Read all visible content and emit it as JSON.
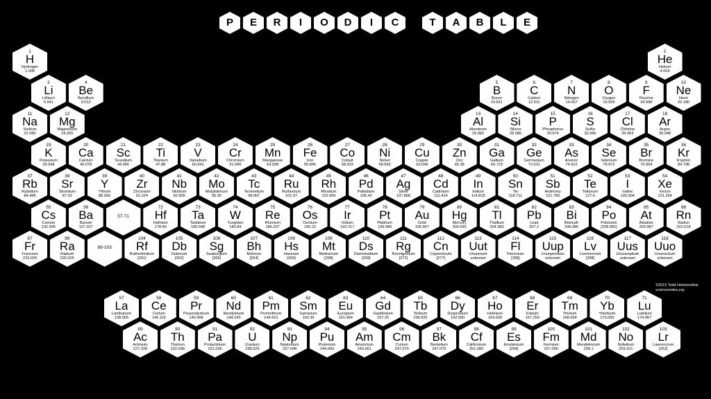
{
  "title": [
    "P",
    "E",
    "R",
    "I",
    "O",
    "D",
    "I",
    "C",
    "",
    "T",
    "A",
    "B",
    "L",
    "E"
  ],
  "credit": [
    "©2015 Todd Helmenstine",
    "sciencenotes.org"
  ],
  "main": [
    [
      "1",
      "H",
      "Hydrogen",
      "1.008",
      0,
      0
    ],
    [
      "2",
      "He",
      "Helium",
      "4.003",
      17,
      0
    ],
    [
      "3",
      "Li",
      "Lithium",
      "6.941",
      0,
      1
    ],
    [
      "4",
      "Be",
      "Beryllium",
      "9.012",
      1,
      1
    ],
    [
      "5",
      "B",
      "Boron",
      "10.811",
      12,
      1
    ],
    [
      "6",
      "C",
      "Carbon",
      "12.011",
      13,
      1
    ],
    [
      "7",
      "N",
      "Nitrogen",
      "14.007",
      14,
      1
    ],
    [
      "8",
      "O",
      "Oxygen",
      "15.999",
      15,
      1
    ],
    [
      "9",
      "F",
      "Fluorine",
      "18.998",
      16,
      1
    ],
    [
      "10",
      "Ne",
      "Neon",
      "20.180",
      17,
      1
    ],
    [
      "11",
      "Na",
      "Sodium",
      "22.990",
      0,
      2
    ],
    [
      "12",
      "Mg",
      "Magnesium",
      "24.305",
      1,
      2
    ],
    [
      "13",
      "Al",
      "Aluminum",
      "26.982",
      12,
      2
    ],
    [
      "14",
      "Si",
      "Silicon",
      "28.086",
      13,
      2
    ],
    [
      "15",
      "P",
      "Phosphorus",
      "30.974",
      14,
      2
    ],
    [
      "16",
      "S",
      "Sulfur",
      "32.066",
      15,
      2
    ],
    [
      "17",
      "Cl",
      "Chlorine",
      "35.453",
      16,
      2
    ],
    [
      "18",
      "Ar",
      "Argon",
      "39.948",
      17,
      2
    ],
    [
      "19",
      "K",
      "Potassium",
      "39.098",
      0,
      3
    ],
    [
      "20",
      "Ca",
      "Calcium",
      "40.078",
      1,
      3
    ],
    [
      "21",
      "Sc",
      "Scandium",
      "44.956",
      2,
      3
    ],
    [
      "22",
      "Ti",
      "Titanium",
      "47.88",
      3,
      3
    ],
    [
      "23",
      "V",
      "Vanadium",
      "50.942",
      4,
      3
    ],
    [
      "24",
      "Cr",
      "Chromium",
      "51.996",
      5,
      3
    ],
    [
      "25",
      "Mn",
      "Manganese",
      "54.938",
      6,
      3
    ],
    [
      "26",
      "Fe",
      "Iron",
      "55.845",
      7,
      3
    ],
    [
      "27",
      "Co",
      "Cobalt",
      "58.933",
      8,
      3
    ],
    [
      "28",
      "Ni",
      "Nickel",
      "58.693",
      9,
      3
    ],
    [
      "29",
      "Cu",
      "Copper",
      "63.546",
      10,
      3
    ],
    [
      "30",
      "Zn",
      "Zinc",
      "65.38",
      11,
      3
    ],
    [
      "31",
      "Ga",
      "Gallium",
      "69.723",
      12,
      3
    ],
    [
      "32",
      "Ge",
      "Germanium",
      "72.631",
      13,
      3
    ],
    [
      "33",
      "As",
      "Arsenic",
      "74.922",
      14,
      3
    ],
    [
      "34",
      "Se",
      "Selenium",
      "78.972",
      15,
      3
    ],
    [
      "35",
      "Br",
      "Bromine",
      "79.904",
      16,
      3
    ],
    [
      "36",
      "Kr",
      "Krypton",
      "84.798",
      17,
      3
    ],
    [
      "37",
      "Rb",
      "Rubidium",
      "84.468",
      0,
      4
    ],
    [
      "38",
      "Sr",
      "Strontium",
      "87.62",
      1,
      4
    ],
    [
      "39",
      "Y",
      "Yttrium",
      "88.906",
      2,
      4
    ],
    [
      "40",
      "Zr",
      "Zirconium",
      "91.224",
      3,
      4
    ],
    [
      "41",
      "Nb",
      "Niobium",
      "92.906",
      4,
      4
    ],
    [
      "42",
      "Mo",
      "Molybdenum",
      "95.95",
      5,
      4
    ],
    [
      "43",
      "Tc",
      "Technetium",
      "98.907",
      6,
      4
    ],
    [
      "44",
      "Ru",
      "Ruthenium",
      "101.07",
      7,
      4
    ],
    [
      "45",
      "Rh",
      "Rhodium",
      "102.906",
      8,
      4
    ],
    [
      "46",
      "Pd",
      "Palladium",
      "106.42",
      9,
      4
    ],
    [
      "47",
      "Ag",
      "Silver",
      "107.868",
      10,
      4
    ],
    [
      "48",
      "Cd",
      "Cadmium",
      "112.414",
      11,
      4
    ],
    [
      "49",
      "In",
      "Indium",
      "114.818",
      12,
      4
    ],
    [
      "50",
      "Sn",
      "Tin",
      "118.711",
      13,
      4
    ],
    [
      "51",
      "Sb",
      "Antimony",
      "121.760",
      14,
      4
    ],
    [
      "52",
      "Te",
      "Tellurium",
      "127.6",
      15,
      4
    ],
    [
      "53",
      "I",
      "Iodine",
      "126.904",
      16,
      4
    ],
    [
      "54",
      "Xe",
      "Xenon",
      "131.294",
      17,
      4
    ],
    [
      "55",
      "Cs",
      "Cesium",
      "132.905",
      0,
      5
    ],
    [
      "56",
      "Ba",
      "Barium",
      "137.327",
      1,
      5
    ],
    [
      "",
      "57-71",
      "",
      "",
      2,
      5
    ],
    [
      "72",
      "Hf",
      "Hafnium",
      "178.49",
      3,
      5
    ],
    [
      "73",
      "Ta",
      "Tantalum",
      "180.948",
      4,
      5
    ],
    [
      "74",
      "W",
      "Tungsten",
      "183.84",
      5,
      5
    ],
    [
      "75",
      "Re",
      "Rhenium",
      "186.207",
      6,
      5
    ],
    [
      "76",
      "Os",
      "Osmium",
      "190.23",
      7,
      5
    ],
    [
      "77",
      "Ir",
      "Iridium",
      "192.217",
      8,
      5
    ],
    [
      "78",
      "Pt",
      "Platinum",
      "195.085",
      9,
      5
    ],
    [
      "79",
      "Au",
      "Gold",
      "196.967",
      10,
      5
    ],
    [
      "80",
      "Hg",
      "Mercury",
      "200.592",
      11,
      5
    ],
    [
      "81",
      "Tl",
      "Thallium",
      "204.383",
      12,
      5
    ],
    [
      "82",
      "Pb",
      "Lead",
      "207.2",
      13,
      5
    ],
    [
      "83",
      "Bi",
      "Bismuth",
      "208.980",
      14,
      5
    ],
    [
      "84",
      "Po",
      "Polonium",
      "[208.982]",
      15,
      5
    ],
    [
      "85",
      "At",
      "Astatine",
      "209.987",
      16,
      5
    ],
    [
      "86",
      "Rn",
      "Radon",
      "222.018",
      17,
      5
    ],
    [
      "87",
      "Fr",
      "Francium",
      "223.020",
      0,
      6
    ],
    [
      "88",
      "Ra",
      "Radium",
      "226.025",
      1,
      6
    ],
    [
      "",
      "89-103",
      "",
      "",
      2,
      6
    ],
    [
      "104",
      "Rf",
      "Rutherfordium",
      "[261]",
      3,
      6
    ],
    [
      "105",
      "Db",
      "Dubnium",
      "[262]",
      4,
      6
    ],
    [
      "106",
      "Sg",
      "Seaborgium",
      "[266]",
      5,
      6
    ],
    [
      "107",
      "Bh",
      "Bohrium",
      "[264]",
      6,
      6
    ],
    [
      "108",
      "Hs",
      "Hassium",
      "[269]",
      7,
      6
    ],
    [
      "109",
      "Mt",
      "Meitnerium",
      "[268]",
      8,
      6
    ],
    [
      "110",
      "Ds",
      "Darmstadtium",
      "[269]",
      9,
      6
    ],
    [
      "111",
      "Rg",
      "Roentgenium",
      "[272]",
      10,
      6
    ],
    [
      "112",
      "Cn",
      "Copernicium",
      "[277]",
      11,
      6
    ],
    [
      "113",
      "Uut",
      "Ununtrium",
      "unknown",
      12,
      6
    ],
    [
      "114",
      "Fl",
      "Flerovium",
      "[289]",
      13,
      6
    ],
    [
      "115",
      "Uup",
      "Ununpentium",
      "unknown",
      14,
      6
    ],
    [
      "116",
      "Lv",
      "Livermorium",
      "[298]",
      15,
      6
    ],
    [
      "117",
      "Uus",
      "Ununseptium",
      "unknown",
      16,
      6
    ],
    [
      "118",
      "Uuo",
      "Ununoctium",
      "unknown",
      17,
      6
    ]
  ],
  "lanthanides": [
    [
      "57",
      "La",
      "Lanthanum",
      "138.905"
    ],
    [
      "58",
      "Ce",
      "Cerium",
      "140.116"
    ],
    [
      "59",
      "Pr",
      "Praseodymium",
      "140.908"
    ],
    [
      "60",
      "Nd",
      "Neodymium",
      "144.243"
    ],
    [
      "61",
      "Pm",
      "Promethium",
      "144.913"
    ],
    [
      "62",
      "Sm",
      "Samarium",
      "150.36"
    ],
    [
      "63",
      "Eu",
      "Europium",
      "151.964"
    ],
    [
      "64",
      "Gd",
      "Gadolinium",
      "157.25"
    ],
    [
      "65",
      "Tb",
      "Terbium",
      "158.925"
    ],
    [
      "66",
      "Dy",
      "Dysprosium",
      "162.500"
    ],
    [
      "67",
      "Ho",
      "Holmium",
      "164.930"
    ],
    [
      "68",
      "Er",
      "Erbium",
      "167.259"
    ],
    [
      "69",
      "Tm",
      "Thulium",
      "168.934"
    ],
    [
      "70",
      "Yb",
      "Ytterbium",
      "173.055"
    ],
    [
      "71",
      "Lu",
      "Lutetium",
      "174.967"
    ]
  ],
  "actinides": [
    [
      "89",
      "Ac",
      "Actinium",
      "227.028"
    ],
    [
      "90",
      "Th",
      "Thorium",
      "232.038"
    ],
    [
      "91",
      "Pa",
      "Protactinium",
      "231.036"
    ],
    [
      "92",
      "U",
      "Uranium",
      "238.029"
    ],
    [
      "93",
      "Np",
      "Neptunium",
      "237.048"
    ],
    [
      "94",
      "Pu",
      "Plutonium",
      "244.064"
    ],
    [
      "95",
      "Am",
      "Americium",
      "243.061"
    ],
    [
      "96",
      "Cm",
      "Curium",
      "247.070"
    ],
    [
      "97",
      "Bk",
      "Berkelium",
      "247.070"
    ],
    [
      "98",
      "Cf",
      "Californium",
      "251.080"
    ],
    [
      "99",
      "Es",
      "Einsteinium",
      "[254]"
    ],
    [
      "100",
      "Fm",
      "Fermium",
      "257.095"
    ],
    [
      "101",
      "Md",
      "Mendelevium",
      "258.1"
    ],
    [
      "102",
      "No",
      "Nobelium",
      "259.101"
    ],
    [
      "103",
      "Lr",
      "Lawrencium",
      "[262]"
    ]
  ]
}
